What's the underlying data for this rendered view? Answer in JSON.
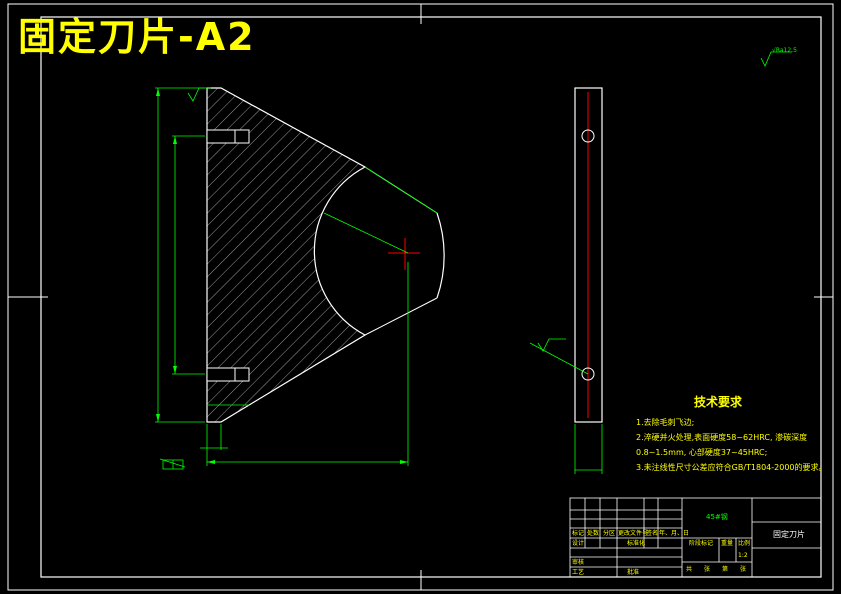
{
  "sheet": {
    "title": "固定刀片-A2",
    "surface_finish_symbol": "√Ra12.5"
  },
  "technical_requirements": {
    "title": "技术要求",
    "lines": [
      "1.去除毛刺飞边;",
      "2.淬硬并火处理,表面硬度58~62HRC, 渗碳深度",
      "   0.8~1.5mm, 心部硬度37~45HRC;",
      "3.未注线性尺寸公差应符合GB/T1804-2000的要求。"
    ]
  },
  "title_block": {
    "material": "45#钢",
    "part_name": "固定刀片",
    "header_cells": [
      "标记",
      "处数",
      "分区",
      "更改文件号",
      "签名",
      "年、月、日"
    ],
    "row_labels": [
      "设计",
      "审核",
      "工艺"
    ],
    "std_cell": "标准化",
    "approve_cell": "批准",
    "stage_cells": [
      "阶段标记",
      "重量",
      "比例"
    ],
    "scale": "1:2",
    "sheet_cells": [
      "共",
      "张",
      "第",
      "张"
    ]
  },
  "colors": {
    "background": "#000000",
    "border": "#ffffff",
    "geometry": "#ffffff",
    "dimension": "#00ff00",
    "center": "#ff0000",
    "text": "#ffff00"
  }
}
